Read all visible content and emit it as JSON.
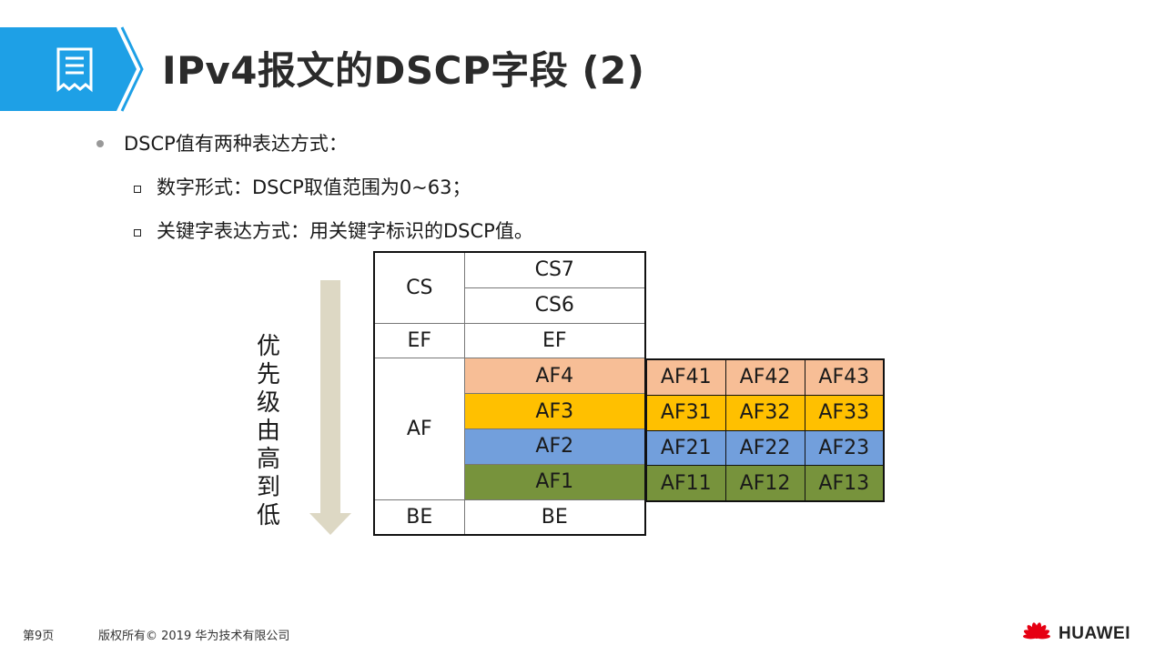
{
  "title": "IPv4报文的DSCP字段 (2)",
  "bullets": {
    "main": "DSCP值有两种表达方式：",
    "sub": [
      "数字形式：DSCP取值范围为0~63；",
      "关键字表达方式：用关键字标识的DSCP值。"
    ]
  },
  "priority_label": [
    "优",
    "先",
    "级",
    "由",
    "高",
    "到",
    "低"
  ],
  "table": {
    "cs": {
      "class": "CS",
      "values": [
        "CS7",
        "CS6"
      ]
    },
    "ef": {
      "class": "EF",
      "value": "EF"
    },
    "af": {
      "class": "AF",
      "rows": [
        {
          "name": "AF4",
          "sub": [
            "AF41",
            "AF42",
            "AF43"
          ],
          "color": "#F7BE96"
        },
        {
          "name": "AF3",
          "sub": [
            "AF31",
            "AF32",
            "AF33"
          ],
          "color": "#FFC000"
        },
        {
          "name": "AF2",
          "sub": [
            "AF21",
            "AF22",
            "AF23"
          ],
          "color": "#729FDC"
        },
        {
          "name": "AF1",
          "sub": [
            "AF11",
            "AF12",
            "AF13"
          ],
          "color": "#77933C"
        }
      ]
    },
    "be": {
      "class": "BE",
      "value": "BE"
    }
  },
  "footer": {
    "page": "第9页",
    "copyright": "版权所有© 2019 华为技术有限公司",
    "brand": "HUAWEI"
  },
  "colors": {
    "banner": "#1EA0E6",
    "arrow": "#DDD8C4"
  }
}
